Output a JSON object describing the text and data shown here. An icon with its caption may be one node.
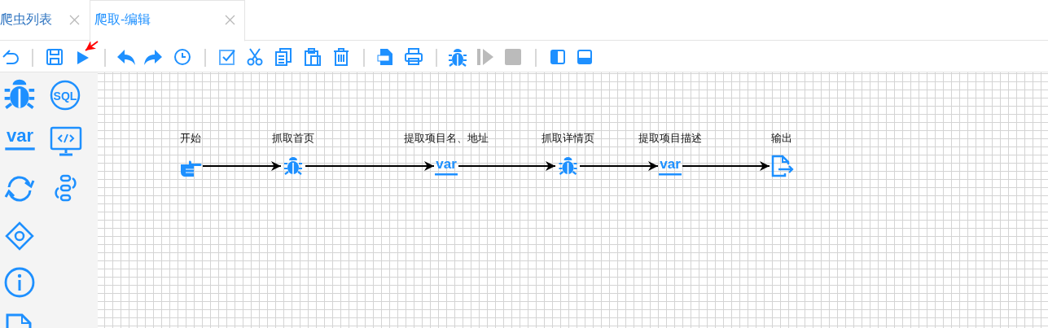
{
  "diagram": {
    "nodes": [
      {
        "text": [
          "爬取-编辑"
        ]
      },
      {
        "text": [],
        "shape": "triangle"
      },
      {
        "text": [
          "开始"
        ]
      },
      {
        "text": [
          "抓取首页"
        ]
      },
      {
        "text": [
          "提取项目名、地址"
        ]
      },
      {
        "text": [
          "抓取详情页"
        ]
      },
      {
        "text": [
          "提取项目描述"
        ]
      },
      {
        "text": [
          "输出"
        ]
      }
    ],
    "edges": [
      {
        "from": 0,
        "to": 1,
        "arrow": "to",
        "color": "#ff0000"
      },
      {
        "from": 2,
        "to": 3,
        "arrow": "to"
      },
      {
        "from": 3,
        "to": 4,
        "arrow": "to"
      },
      {
        "from": 4,
        "to": 5,
        "arrow": "to"
      },
      {
        "from": 5,
        "to": 6,
        "arrow": "to"
      },
      {
        "from": 6,
        "to": 7,
        "arrow": "to"
      }
    ],
    "labels": [
      "爬虫列表",
      "SQL",
      "var",
      "var",
      "var"
    ]
  }
}
